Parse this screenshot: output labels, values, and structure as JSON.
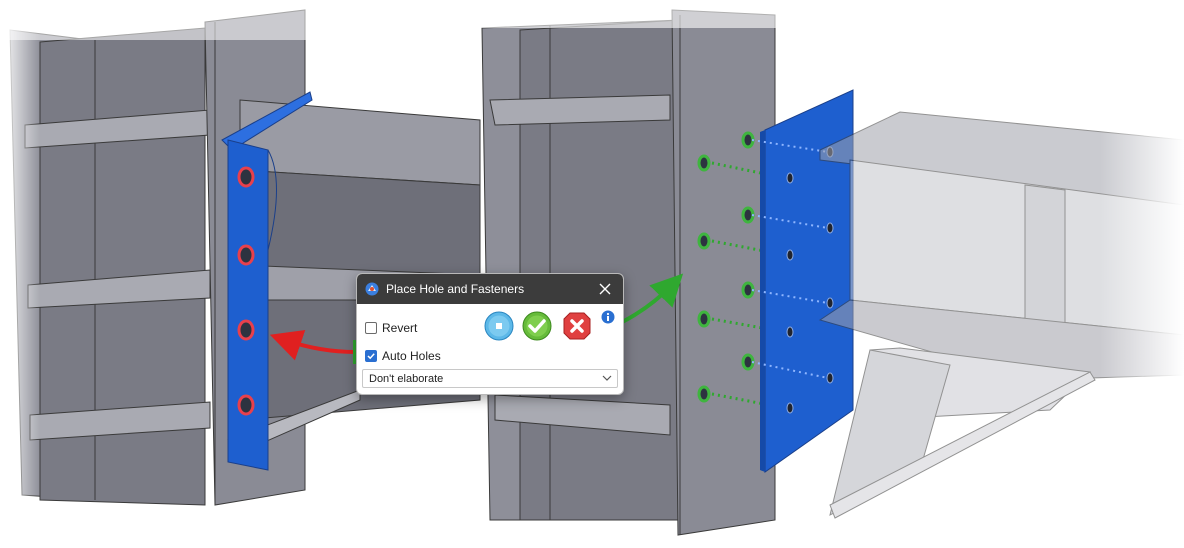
{
  "dialog": {
    "title": "Place Hole and Fasteners",
    "revert_label": "Revert",
    "revert_checked": false,
    "auto_holes_label": "Auto Holes",
    "auto_holes_checked": true,
    "elaborate_selected": "Don't elaborate"
  },
  "icons": {
    "app": "app-logo-icon",
    "close": "close-icon",
    "preview": "preview-icon",
    "accept": "checkmark-icon",
    "cancel": "cancel-icon",
    "info": "info-icon",
    "dropdown": "chevron-down-icon"
  },
  "colors": {
    "plate": "#1e5fcf",
    "beam": "#8c8c96",
    "hole_ring_red": "#e8404c",
    "hole_ring_green": "#3fb53f",
    "arrow_red": "#e02020",
    "arrow_green": "#2fa82f",
    "titlebar": "#3c3c3c"
  }
}
